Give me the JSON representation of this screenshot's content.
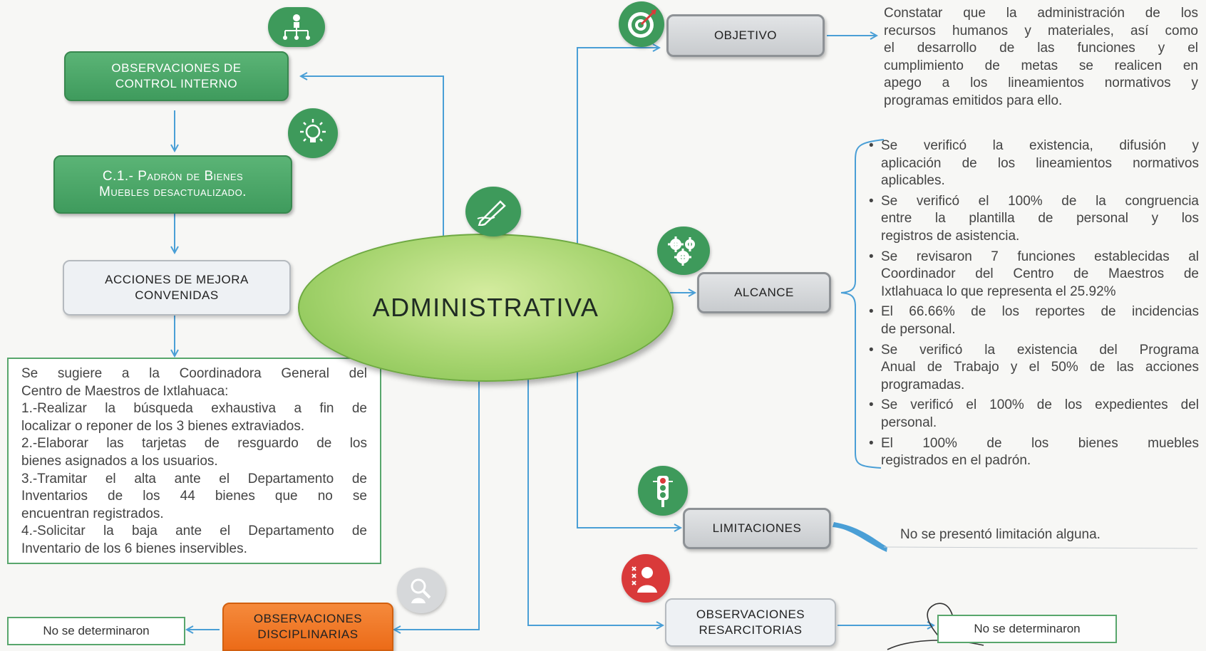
{
  "center": {
    "title": "ADMINISTRATIVA"
  },
  "left": {
    "control_interno": {
      "line1": "OBSERVACIONES DE",
      "line2": "CONTROL INTERNO"
    },
    "c1": {
      "line1": "C.1.- Padrón de Bienes",
      "line2": "Muebles desactualizado."
    },
    "acciones": {
      "line1": "ACCIONES DE MEJORA",
      "line2": "CONVENIDAS"
    },
    "suggestion_lines": [
      "Se sugiere a la Coordinadora General del",
      "Centro de Maestros de Ixtlahuaca:",
      " 1.-Realizar la búsqueda exhaustiva a fin de",
      "localizar o reponer de los 3 bienes extraviados.",
      "2.-Elaborar las tarjetas de resguardo de los",
      "bienes asignados a los usuarios.",
      "3.-Tramitar el alta ante el Departamento de",
      "Inventarios de los 44 bienes que no se",
      "encuentran registrados.",
      "4.-Solicitar la baja ante el Departamento de",
      "Inventario de los 6 bienes inservibles."
    ],
    "disciplinarias": {
      "line1": "OBSERVACIONES",
      "line2": "DISCIPLINARIAS",
      "result": "No se determinaron"
    }
  },
  "right": {
    "objetivo": {
      "label": "OBJETIVO",
      "text_lines": [
        "Constatar que la administración de los",
        "recursos humanos y materiales, así como",
        "el desarrollo de las funciones y el",
        "cumplimiento de metas se realicen en",
        "apego a los lineamientos normativos y",
        "programas emitidos para ello."
      ]
    },
    "alcance": {
      "label": "ALCANCE",
      "items": [
        [
          "Se verificó la existencia, difusión y",
          "aplicación de los lineamientos normativos",
          "aplicables."
        ],
        [
          "Se verificó el 100% de la congruencia",
          "entre la plantilla de personal y los",
          "registros de asistencia."
        ],
        [
          "Se revisaron 7 funciones establecidas al",
          "Coordinador del Centro de Maestros de",
          "Ixtlahuaca lo que representa el 25.92%"
        ],
        [
          "El 66.66% de los reportes de incidencias",
          "de personal."
        ],
        [
          "Se verificó la existencia del Programa",
          "Anual de Trabajo y el 50% de las acciones",
          "programadas."
        ],
        [
          "Se verificó el 100% de los expedientes del",
          "personal."
        ],
        [
          "El 100% de los bienes muebles",
          "registrados en el padrón."
        ]
      ]
    },
    "limitaciones": {
      "label": "LIMITACIONES",
      "text": "No se presentó limitación alguna."
    },
    "resarcitorias": {
      "line1": "OBSERVACIONES",
      "line2": "RESARCITORIAS",
      "result": "No se determinaron"
    }
  },
  "icons": [
    "org-chart-icon",
    "lightbulb-icon",
    "pen-writing-icon",
    "magnifier-person-icon",
    "target-icon",
    "gears-icon",
    "traffic-light-icon",
    "person-crossed-icon"
  ],
  "colors": {
    "green": "#3f9b5d",
    "light_green": "#a6d46f",
    "grey": "#c8cbce",
    "orange": "#ec6b18",
    "arrow_blue": "#4a9fd6",
    "red": "#d93a3a"
  }
}
